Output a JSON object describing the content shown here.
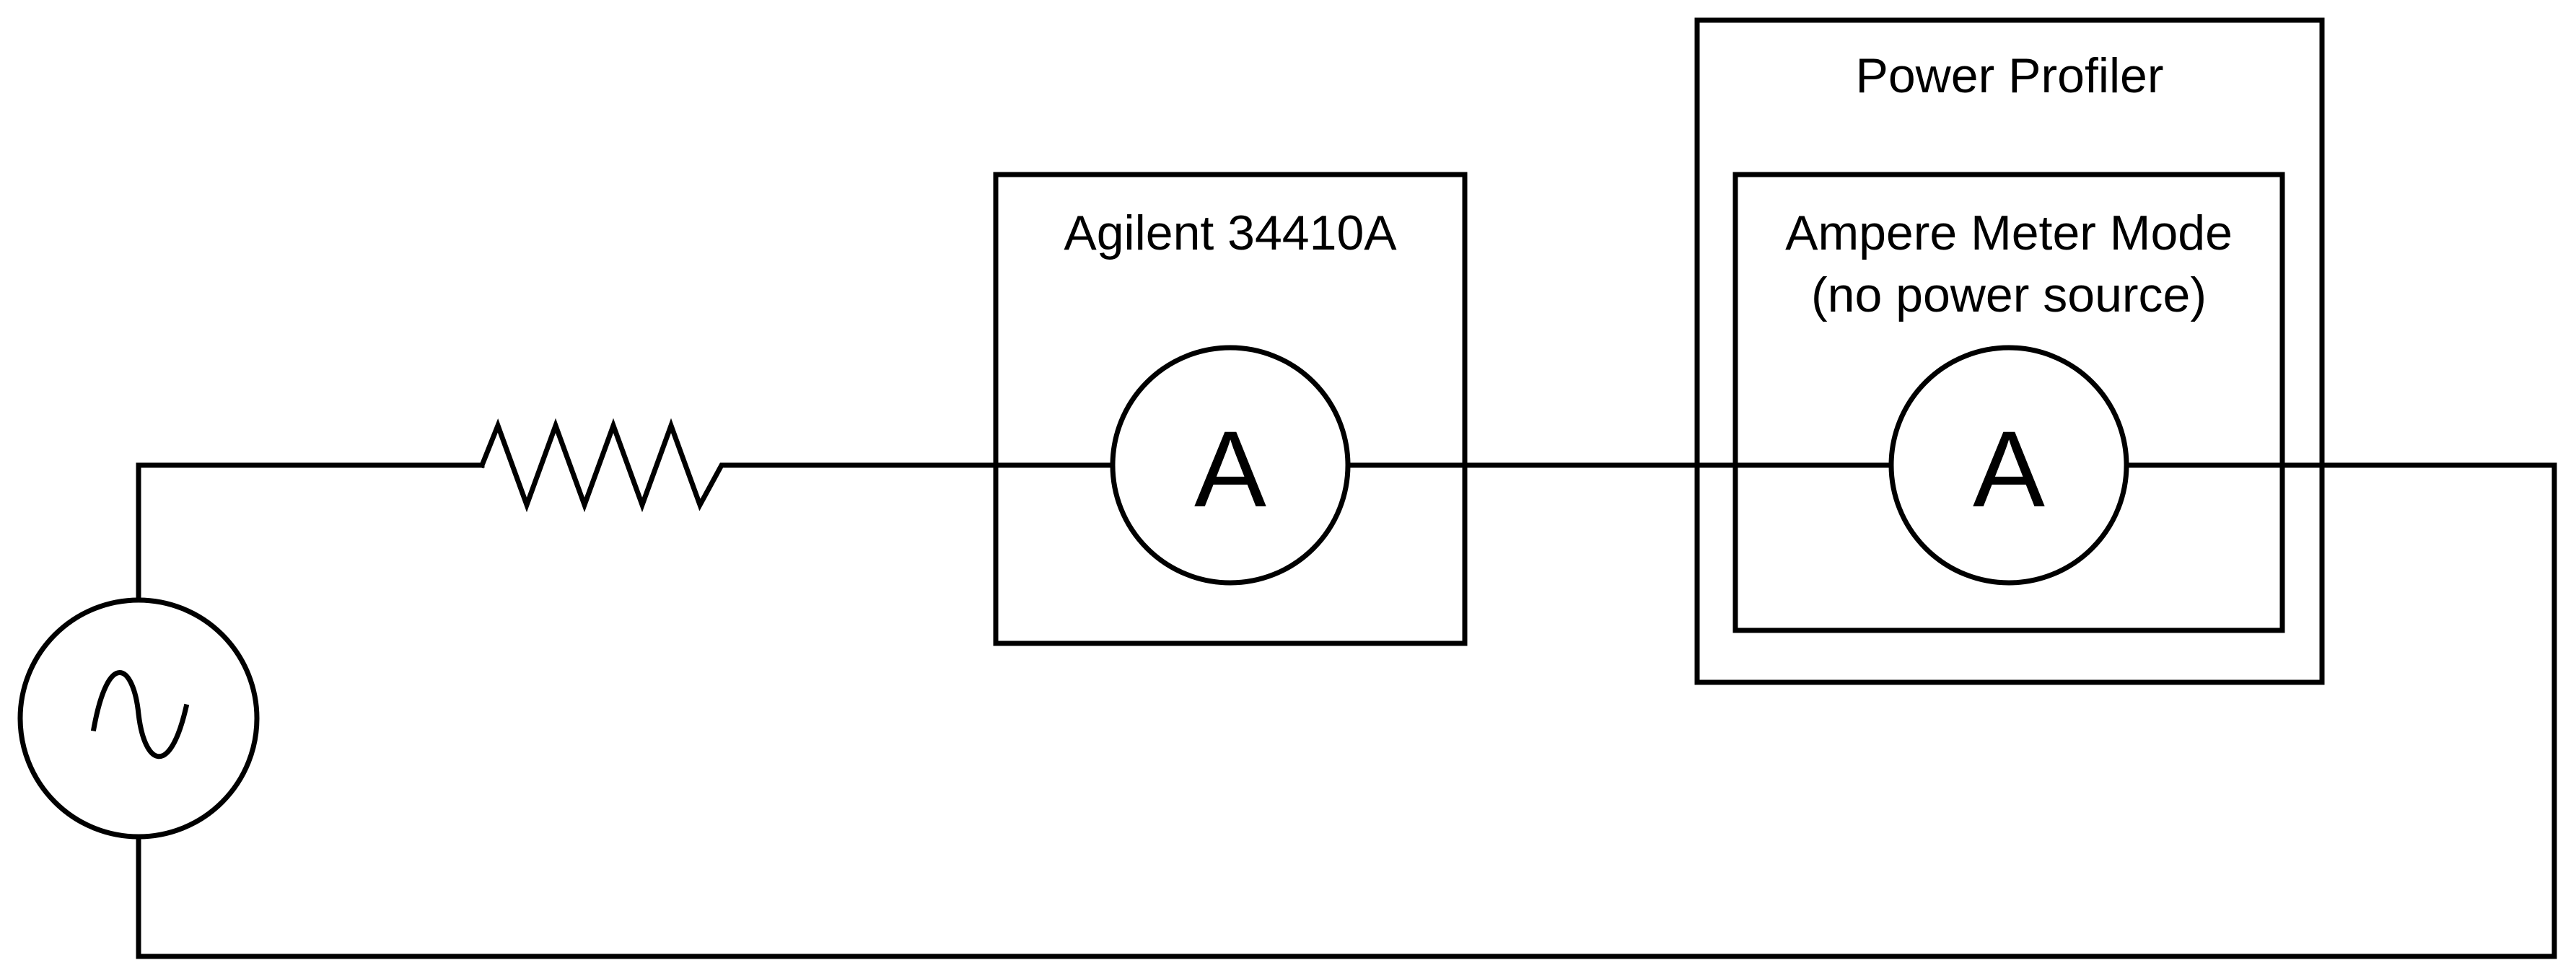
{
  "diagram": {
    "components": {
      "ac_source": {
        "icon": "ac-source-icon"
      },
      "resistor": {
        "icon": "resistor-icon"
      },
      "agilent": {
        "title": "Agilent 34410A",
        "meter_symbol": "A"
      },
      "power_profiler": {
        "title": "Power Profiler",
        "mode_line1": "Ampere Meter Mode",
        "mode_line2": "(no power source)",
        "meter_symbol": "A"
      }
    },
    "colors": {
      "stroke": "#000000",
      "background": "#ffffff"
    }
  }
}
